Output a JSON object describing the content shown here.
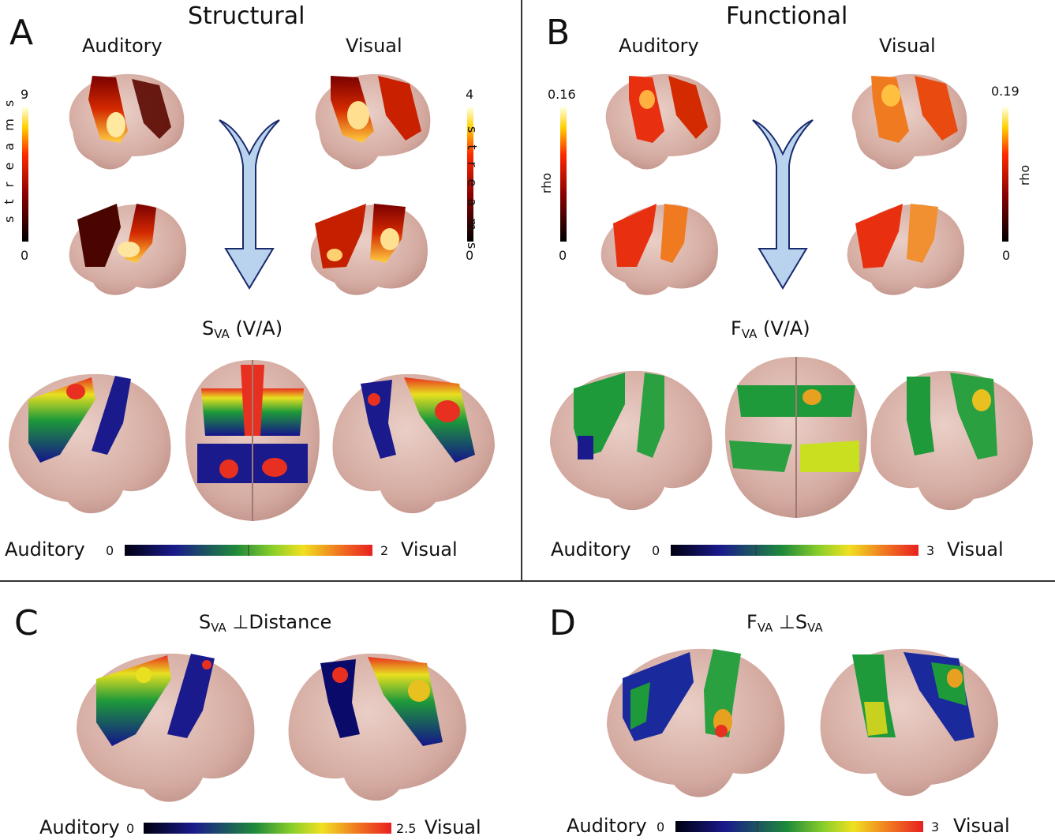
{
  "panels": {
    "A": {
      "letter": "A",
      "heading": "Structural",
      "col_left": "Auditory",
      "col_right": "Visual",
      "scale_left": {
        "max": "9",
        "min": "0",
        "label": "s t r e a m s"
      },
      "scale_right": {
        "max": "4",
        "min": "0",
        "label": "s t r e a m s"
      },
      "map_title_main": "S",
      "map_title_sub": "VA",
      "map_title_tail": " (V/A)",
      "bar": {
        "left_label": "Auditory",
        "min": "0",
        "max": "2",
        "right_label": "Visual"
      }
    },
    "B": {
      "letter": "B",
      "heading": "Functional",
      "col_left": "Auditory",
      "col_right": "Visual",
      "scale_left": {
        "max": "0.16",
        "min": "0",
        "label": "rho"
      },
      "scale_right": {
        "max": "0.19",
        "min": "0",
        "label": "rho"
      },
      "map_title_main": "F",
      "map_title_sub": "VA",
      "map_title_tail": " (V/A)",
      "bar": {
        "left_label": "Auditory",
        "min": "0",
        "max": "3",
        "right_label": "Visual"
      }
    },
    "C": {
      "letter": "C",
      "title_main": "S",
      "title_sub": "VA",
      "title_tail": " ⊥Distance",
      "bar": {
        "left_label": "Auditory",
        "min": "0",
        "max": "2.5",
        "right_label": "Visual"
      }
    },
    "D": {
      "letter": "D",
      "title_main": "F",
      "title_sub": "VA",
      "title_mid": " ⊥S",
      "title_sub2": "VA",
      "bar": {
        "left_label": "Auditory",
        "min": "0",
        "max": "3",
        "right_label": "Visual"
      }
    }
  },
  "colors": {
    "brain": "#d9b3aa",
    "hot_low": "#3a0000",
    "hot_mid": "#d42a00",
    "hot_high": "#fff2a0",
    "arrow_fill": "#b9d3ee",
    "arrow_stroke": "#1a2a6b",
    "jet": [
      "#000010",
      "#1a1a8c",
      "#1e8a3a",
      "#8ccf2a",
      "#f0e020",
      "#f07a20",
      "#e82020"
    ]
  }
}
